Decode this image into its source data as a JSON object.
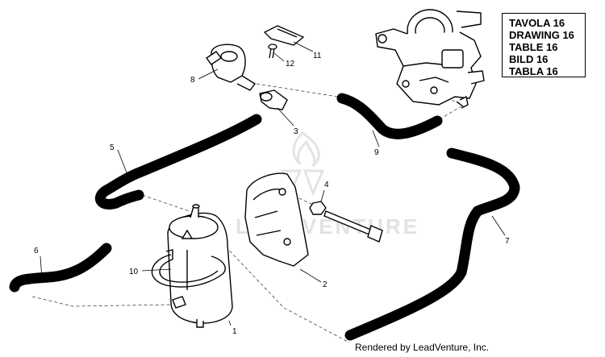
{
  "legend": {
    "lines": [
      "TAVOLA 16",
      "DRAWING 16",
      "TABLE 16",
      "BILD 16",
      "TABLA 16"
    ]
  },
  "callouts": [
    "1",
    "2",
    "3",
    "4",
    "5",
    "6",
    "7",
    "8",
    "9",
    "10",
    "11",
    "12"
  ],
  "watermark": {
    "text": "LEADVENTURE"
  },
  "credit": {
    "text": "Rendered by LeadVenture, Inc."
  }
}
